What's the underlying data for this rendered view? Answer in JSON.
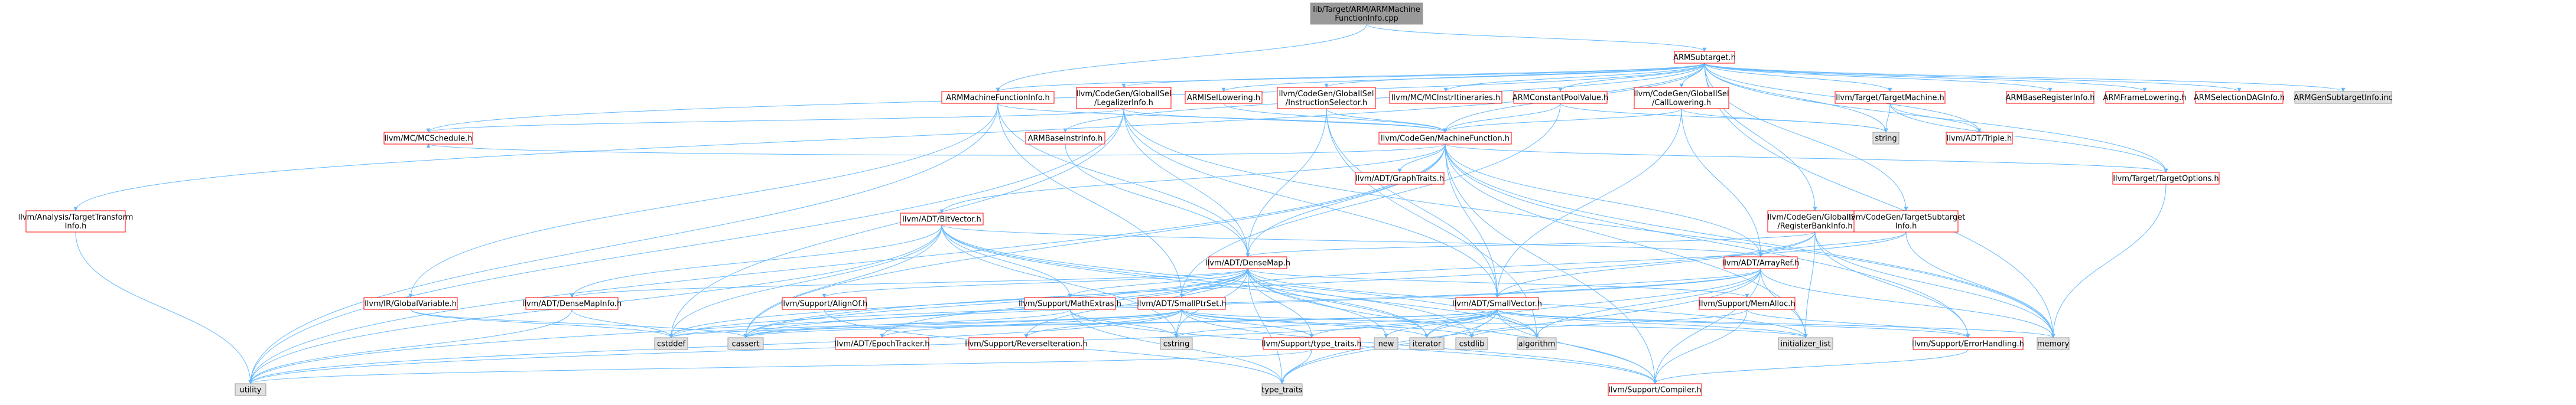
{
  "colors": {
    "root_fill": "#999999",
    "node_fill": "#ffffff",
    "missing_fill": "#e0e0e0",
    "red_border": "#ff0000",
    "gray_border": "#999999",
    "edge": "#63b8ff"
  },
  "nodes": [
    {
      "id": "root",
      "kind": "root",
      "lines": [
        "lib/Target/ARM/ARMMachine",
        "FunctionInfo.cpp"
      ]
    },
    {
      "id": "subtarget",
      "kind": "normal",
      "lines": [
        "ARMSubtarget.h"
      ]
    },
    {
      "id": "mfi",
      "kind": "normal",
      "lines": [
        "ARMMachineFunctionInfo.h"
      ]
    },
    {
      "id": "legalizer",
      "kind": "normal",
      "lines": [
        "llvm/CodeGen/GlobalISel",
        "/LegalizerInfo.h"
      ]
    },
    {
      "id": "armisel",
      "kind": "normal",
      "lines": [
        "ARMISelLowering.h"
      ]
    },
    {
      "id": "instsel",
      "kind": "normal",
      "lines": [
        "llvm/CodeGen/GlobalISel",
        "/InstructionSelector.h"
      ]
    },
    {
      "id": "mcinstr",
      "kind": "normal",
      "lines": [
        "llvm/MC/MCInstrItineraries.h"
      ]
    },
    {
      "id": "constpool",
      "kind": "normal",
      "lines": [
        "ARMConstantPoolValue.h"
      ]
    },
    {
      "id": "calllow",
      "kind": "normal",
      "lines": [
        "llvm/CodeGen/GlobalISel",
        "/CallLowering.h"
      ]
    },
    {
      "id": "targetmachine",
      "kind": "normal",
      "lines": [
        "llvm/Target/TargetMachine.h"
      ]
    },
    {
      "id": "baseregisterinfo",
      "kind": "normal",
      "lines": [
        "ARMBaseRegisterInfo.h"
      ]
    },
    {
      "id": "framelowering",
      "kind": "normal",
      "lines": [
        "ARMFrameLowering.h"
      ]
    },
    {
      "id": "seldag",
      "kind": "normal",
      "lines": [
        "ARMSelectionDAGInfo.h"
      ]
    },
    {
      "id": "gensub",
      "kind": "missing",
      "lines": [
        "ARMGenSubtargetInfo.inc"
      ]
    },
    {
      "id": "mcschedule",
      "kind": "normal",
      "lines": [
        "llvm/MC/MCSchedule.h"
      ]
    },
    {
      "id": "baseinstr",
      "kind": "normal",
      "lines": [
        "ARMBaseInstrInfo.h"
      ]
    },
    {
      "id": "cgmf",
      "kind": "normal",
      "lines": [
        "llvm/CodeGen/MachineFunction.h"
      ]
    },
    {
      "id": "string",
      "kind": "missing",
      "lines": [
        "string"
      ]
    },
    {
      "id": "triple",
      "kind": "normal",
      "lines": [
        "llvm/ADT/Triple.h"
      ]
    },
    {
      "id": "targettransform",
      "kind": "normal",
      "lines": [
        "llvm/Analysis/TargetTransform",
        "Info.h"
      ]
    },
    {
      "id": "bitvector",
      "kind": "normal",
      "lines": [
        "llvm/ADT/BitVector.h"
      ]
    },
    {
      "id": "graphtraits",
      "kind": "normal",
      "lines": [
        "llvm/ADT/GraphTraits.h"
      ]
    },
    {
      "id": "regbank",
      "kind": "normal",
      "lines": [
        "llvm/CodeGen/GlobalISel",
        "/RegisterBankInfo.h"
      ]
    },
    {
      "id": "tsi",
      "kind": "normal",
      "lines": [
        "llvm/CodeGen/TargetSubtarget",
        "Info.h"
      ]
    },
    {
      "id": "targetoptions",
      "kind": "normal",
      "lines": [
        "llvm/Target/TargetOptions.h"
      ]
    },
    {
      "id": "densemap",
      "kind": "normal",
      "lines": [
        "llvm/ADT/DenseMap.h"
      ]
    },
    {
      "id": "arrayref",
      "kind": "normal",
      "lines": [
        "llvm/ADT/ArrayRef.h"
      ]
    },
    {
      "id": "globalvar",
      "kind": "normal",
      "lines": [
        "llvm/IR/GlobalVariable.h"
      ]
    },
    {
      "id": "densemapinfo",
      "kind": "normal",
      "lines": [
        "llvm/ADT/DenseMapInfo.h"
      ]
    },
    {
      "id": "alignof",
      "kind": "normal",
      "lines": [
        "llvm/Support/AlignOf.h"
      ]
    },
    {
      "id": "mathextras",
      "kind": "normal",
      "lines": [
        "llvm/Support/MathExtras.h"
      ]
    },
    {
      "id": "smallptrset",
      "kind": "normal",
      "lines": [
        "llvm/ADT/SmallPtrSet.h"
      ]
    },
    {
      "id": "smallvector",
      "kind": "normal",
      "lines": [
        "llvm/ADT/SmallVector.h"
      ]
    },
    {
      "id": "memalloc",
      "kind": "normal",
      "lines": [
        "llvm/Support/MemAlloc.h"
      ]
    },
    {
      "id": "cstddef",
      "kind": "missing",
      "lines": [
        "cstddef"
      ]
    },
    {
      "id": "cassert",
      "kind": "missing",
      "lines": [
        "cassert"
      ]
    },
    {
      "id": "epoch",
      "kind": "normal",
      "lines": [
        "llvm/ADT/EpochTracker.h"
      ]
    },
    {
      "id": "reviter",
      "kind": "normal",
      "lines": [
        "llvm/Support/ReverseIteration.h"
      ]
    },
    {
      "id": "cstring",
      "kind": "missing",
      "lines": [
        "cstring"
      ]
    },
    {
      "id": "typetraitsh",
      "kind": "normal",
      "lines": [
        "llvm/Support/type_traits.h"
      ]
    },
    {
      "id": "new",
      "kind": "missing",
      "lines": [
        "new"
      ]
    },
    {
      "id": "iterator",
      "kind": "missing",
      "lines": [
        "iterator"
      ]
    },
    {
      "id": "cstdlib",
      "kind": "missing",
      "lines": [
        "cstdlib"
      ]
    },
    {
      "id": "algorithm",
      "kind": "missing",
      "lines": [
        "algorithm"
      ]
    },
    {
      "id": "initlist",
      "kind": "missing",
      "lines": [
        "initializer_list"
      ]
    },
    {
      "id": "errhandling",
      "kind": "normal",
      "lines": [
        "llvm/Support/ErrorHandling.h"
      ]
    },
    {
      "id": "memory",
      "kind": "missing",
      "lines": [
        "memory"
      ]
    },
    {
      "id": "utility",
      "kind": "missing",
      "lines": [
        "utility"
      ]
    },
    {
      "id": "typetraits",
      "kind": "missing",
      "lines": [
        "type_traits"
      ]
    },
    {
      "id": "compiler",
      "kind": "normal",
      "lines": [
        "llvm/Support/Compiler.h"
      ]
    }
  ],
  "edges": [
    [
      "root",
      "subtarget"
    ],
    [
      "root",
      "mfi"
    ],
    [
      "subtarget",
      "mfi"
    ],
    [
      "subtarget",
      "legalizer"
    ],
    [
      "subtarget",
      "armisel"
    ],
    [
      "subtarget",
      "instsel"
    ],
    [
      "subtarget",
      "mcinstr"
    ],
    [
      "subtarget",
      "constpool"
    ],
    [
      "subtarget",
      "calllow"
    ],
    [
      "subtarget",
      "targetmachine"
    ],
    [
      "subtarget",
      "baseregisterinfo"
    ],
    [
      "subtarget",
      "framelowering"
    ],
    [
      "subtarget",
      "seldag"
    ],
    [
      "subtarget",
      "gensub"
    ],
    [
      "subtarget",
      "baseinstr"
    ],
    [
      "subtarget",
      "string"
    ],
    [
      "subtarget",
      "triple"
    ],
    [
      "subtarget",
      "targettransform"
    ],
    [
      "subtarget",
      "regbank"
    ],
    [
      "subtarget",
      "tsi"
    ],
    [
      "subtarget",
      "targetoptions"
    ],
    [
      "subtarget",
      "memory"
    ],
    [
      "subtarget",
      "mcschedule"
    ],
    [
      "subtarget",
      "cgmf"
    ],
    [
      "mfi",
      "cgmf"
    ],
    [
      "mfi",
      "densemap"
    ],
    [
      "mfi",
      "globalvar"
    ],
    [
      "mfi",
      "utility"
    ],
    [
      "mfi",
      "smallptrset"
    ],
    [
      "legalizer",
      "cgmf"
    ],
    [
      "legalizer",
      "densemap"
    ],
    [
      "legalizer",
      "smallvector"
    ],
    [
      "legalizer",
      "mcschedule"
    ],
    [
      "legalizer",
      "utility"
    ],
    [
      "legalizer",
      "cstddef"
    ],
    [
      "legalizer",
      "memory"
    ],
    [
      "armisel",
      "cgmf"
    ],
    [
      "instsel",
      "cgmf"
    ],
    [
      "instsel",
      "densemap"
    ],
    [
      "instsel",
      "smallvector"
    ],
    [
      "instsel",
      "algorithm"
    ],
    [
      "constpool",
      "cgmf"
    ],
    [
      "constpool",
      "smallptrset"
    ],
    [
      "constpool",
      "string"
    ],
    [
      "calllow",
      "cgmf"
    ],
    [
      "calllow",
      "arrayref"
    ],
    [
      "calllow",
      "smallvector"
    ],
    [
      "calllow",
      "string"
    ],
    [
      "targetmachine",
      "string"
    ],
    [
      "targetmachine",
      "triple"
    ],
    [
      "targetmachine",
      "targetoptions"
    ],
    [
      "baseinstr",
      "densemap"
    ],
    [
      "cgmf",
      "bitvector"
    ],
    [
      "cgmf",
      "graphtraits"
    ],
    [
      "cgmf",
      "densemap"
    ],
    [
      "cgmf",
      "arrayref"
    ],
    [
      "cgmf",
      "smallvector"
    ],
    [
      "cgmf",
      "errhandling"
    ],
    [
      "cgmf",
      "targetoptions"
    ],
    [
      "cgmf",
      "utility"
    ],
    [
      "cgmf",
      "memory"
    ],
    [
      "cgmf",
      "cassert"
    ],
    [
      "cgmf",
      "compiler"
    ],
    [
      "cgmf",
      "mcschedule"
    ],
    [
      "cgmf",
      "initlist"
    ],
    [
      "bitvector",
      "arrayref"
    ],
    [
      "bitvector",
      "densemapinfo"
    ],
    [
      "bitvector",
      "mathextras"
    ],
    [
      "bitvector",
      "algorithm"
    ],
    [
      "bitvector",
      "cassert"
    ],
    [
      "bitvector",
      "utility"
    ],
    [
      "bitvector",
      "cstring"
    ],
    [
      "bitvector",
      "iterator"
    ],
    [
      "bitvector",
      "cstdlib"
    ],
    [
      "bitvector",
      "cstddef"
    ],
    [
      "regbank",
      "densemap"
    ],
    [
      "regbank",
      "smallvector"
    ],
    [
      "regbank",
      "errhandling"
    ],
    [
      "regbank",
      "cassert"
    ],
    [
      "regbank",
      "initlist"
    ],
    [
      "regbank",
      "memory"
    ],
    [
      "tsi",
      "arrayref"
    ],
    [
      "tsi",
      "smallptrset"
    ],
    [
      "tsi",
      "memory"
    ],
    [
      "densemap",
      "densemapinfo"
    ],
    [
      "densemap",
      "epoch"
    ],
    [
      "densemap",
      "alignof"
    ],
    [
      "densemap",
      "compiler"
    ],
    [
      "densemap",
      "mathextras"
    ],
    [
      "densemap",
      "memalloc"
    ],
    [
      "densemap",
      "reviter"
    ],
    [
      "densemap",
      "typetraitsh"
    ],
    [
      "densemap",
      "algorithm"
    ],
    [
      "densemap",
      "cassert"
    ],
    [
      "densemap",
      "cstddef"
    ],
    [
      "densemap",
      "cstring"
    ],
    [
      "densemap",
      "iterator"
    ],
    [
      "densemap",
      "new"
    ],
    [
      "densemap",
      "typetraits"
    ],
    [
      "densemap",
      "utility"
    ],
    [
      "densemap",
      "initlist"
    ],
    [
      "arrayref",
      "smallvector"
    ],
    [
      "arrayref",
      "compiler"
    ],
    [
      "arrayref",
      "algorithm"
    ],
    [
      "arrayref",
      "cassert"
    ],
    [
      "arrayref",
      "cstddef"
    ],
    [
      "arrayref",
      "initlist"
    ],
    [
      "arrayref",
      "iterator"
    ],
    [
      "arrayref",
      "memory"
    ],
    [
      "arrayref",
      "typetraits"
    ],
    [
      "globalvar",
      "cstddef"
    ],
    [
      "globalvar",
      "cassert"
    ],
    [
      "densemapinfo",
      "cstddef"
    ],
    [
      "densemapinfo",
      "utility"
    ],
    [
      "alignof",
      "typetraits"
    ],
    [
      "mathextras",
      "compiler"
    ],
    [
      "mathextras",
      "cassert"
    ],
    [
      "mathextras",
      "cstring"
    ],
    [
      "mathextras",
      "typetraits"
    ],
    [
      "smallptrset",
      "epoch"
    ],
    [
      "smallptrset",
      "compiler"
    ],
    [
      "smallptrset",
      "reviter"
    ],
    [
      "smallptrset",
      "typetraitsh"
    ],
    [
      "smallptrset",
      "cassert"
    ],
    [
      "smallptrset",
      "cstddef"
    ],
    [
      "smallptrset",
      "cstdlib"
    ],
    [
      "smallptrset",
      "cstring"
    ],
    [
      "smallptrset",
      "initlist"
    ],
    [
      "smallptrset",
      "iterator"
    ],
    [
      "smallptrset",
      "utility"
    ],
    [
      "smallvector",
      "compiler"
    ],
    [
      "smallvector",
      "typetraitsh"
    ],
    [
      "smallvector",
      "algorithm"
    ],
    [
      "smallvector",
      "cassert"
    ],
    [
      "smallvector",
      "cstddef"
    ],
    [
      "smallvector",
      "cstdlib"
    ],
    [
      "smallvector",
      "cstring"
    ],
    [
      "smallvector",
      "functional"
    ],
    [
      "smallvector",
      "initlist"
    ],
    [
      "smallvector",
      "iterator"
    ],
    [
      "smallvector",
      "memory"
    ],
    [
      "smallvector",
      "new"
    ],
    [
      "smallvector",
      "typetraits"
    ],
    [
      "smallvector",
      "utility"
    ],
    [
      "smallvector",
      "errhandling"
    ],
    [
      "memalloc",
      "compiler"
    ],
    [
      "memalloc",
      "errhandling"
    ],
    [
      "memalloc",
      "cstdlib"
    ],
    [
      "typetraitsh",
      "typetraits"
    ],
    [
      "typetraitsh",
      "utility"
    ],
    [
      "errhandling",
      "compiler"
    ],
    [
      "targettransform",
      "utility"
    ],
    [
      "targetoptions",
      "memory"
    ]
  ]
}
